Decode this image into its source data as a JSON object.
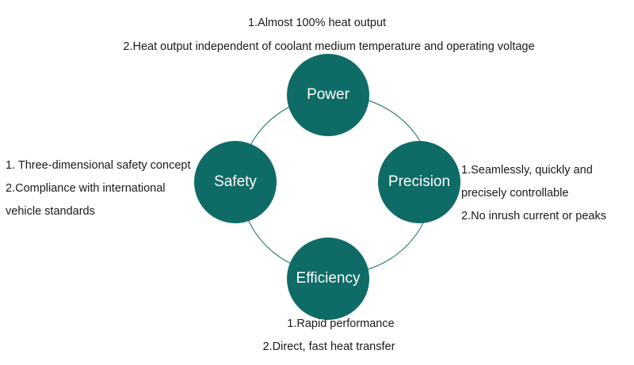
{
  "nodes": {
    "power": {
      "label": "Power",
      "notes": [
        "1.Almost 100% heat output",
        "2.Heat output independent of coolant medium temperature and operating voltage"
      ]
    },
    "safety": {
      "label": "Safety",
      "notes": [
        "1. Three-dimensional safety concept",
        "2.Compliance with international",
        "vehicle standards"
      ]
    },
    "precision": {
      "label": "Precision",
      "notes": [
        "1.Seamlessly, quickly and",
        "precisely controllable",
        "2.No inrush current or peaks"
      ]
    },
    "efficiency": {
      "label": "Efficiency",
      "notes": [
        "1.Rapid performance",
        "2.Direct, fast heat transfer"
      ]
    }
  },
  "colors": {
    "node_fill": "#0f6b66",
    "ring_stroke": "#0f6b66",
    "node_text": "#ffffff"
  }
}
